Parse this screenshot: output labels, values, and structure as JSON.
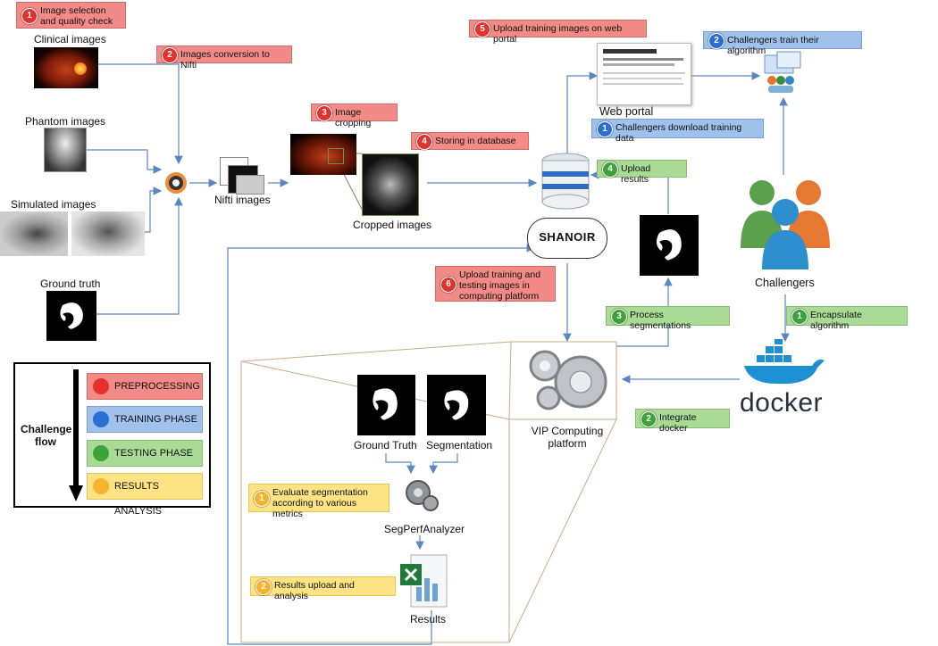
{
  "steps": {
    "pre_1": {
      "num": "1",
      "text": "Image selection and quality check"
    },
    "pre_2": {
      "num": "2",
      "text": "Images conversion to Nifti"
    },
    "pre_3": {
      "num": "3",
      "text": "Image cropping"
    },
    "pre_4": {
      "num": "4",
      "text": "Storing in database"
    },
    "pre_5": {
      "num": "5",
      "text": "Upload training images on web portal"
    },
    "pre_6": {
      "num": "6",
      "text": "Upload training and testing images in computing platform"
    },
    "train_1": {
      "num": "1",
      "text": "Challengers download training data"
    },
    "train_2": {
      "num": "2",
      "text": "Challengers train their algorithm"
    },
    "test_1": {
      "num": "1",
      "text": "Encapsulate algorithm"
    },
    "test_2": {
      "num": "2",
      "text": "Integrate docker"
    },
    "test_3": {
      "num": "3",
      "text": "Process segmentations"
    },
    "test_4": {
      "num": "4",
      "text": "Upload results"
    },
    "res_1": {
      "num": "1",
      "text": "Evaluate segmentation according to various metrics"
    },
    "res_2": {
      "num": "2",
      "text": "Results upload and analysis"
    }
  },
  "labels": {
    "clinical": "Clinical images",
    "phantom": "Phantom images",
    "simulated": "Simulated images",
    "ground_truth": "Ground truth",
    "nifti": "Nifti images",
    "cropped": "Cropped images",
    "web_portal": "Web portal",
    "challengers": "Challengers",
    "vip": "VIP Computing platform",
    "gt2": "Ground Truth",
    "segmentation": "Segmentation",
    "segperf": "SegPerfAnalyzer",
    "results": "Results",
    "shanoir": "SHANOIR",
    "docker": "docker"
  },
  "legend": {
    "title": "Challenge flow",
    "items": [
      {
        "label": "PREPROCESSING",
        "color": "#e2322b",
        "bg": "#f28b87"
      },
      {
        "label": "TRAINING PHASE",
        "color": "#2a6fd6",
        "bg": "#9fc1ec"
      },
      {
        "label": "TESTING PHASE",
        "color": "#3ea23a",
        "bg": "#a9db97"
      },
      {
        "label": "RESULTS ANALYSIS",
        "color": "#f7b32b",
        "bg": "#fde383"
      }
    ]
  },
  "colors": {
    "arrow": "#5b86c4",
    "preprocessing": "#e2322b",
    "training": "#2a6fd6",
    "testing": "#3ea23a",
    "results": "#f7b32b"
  }
}
